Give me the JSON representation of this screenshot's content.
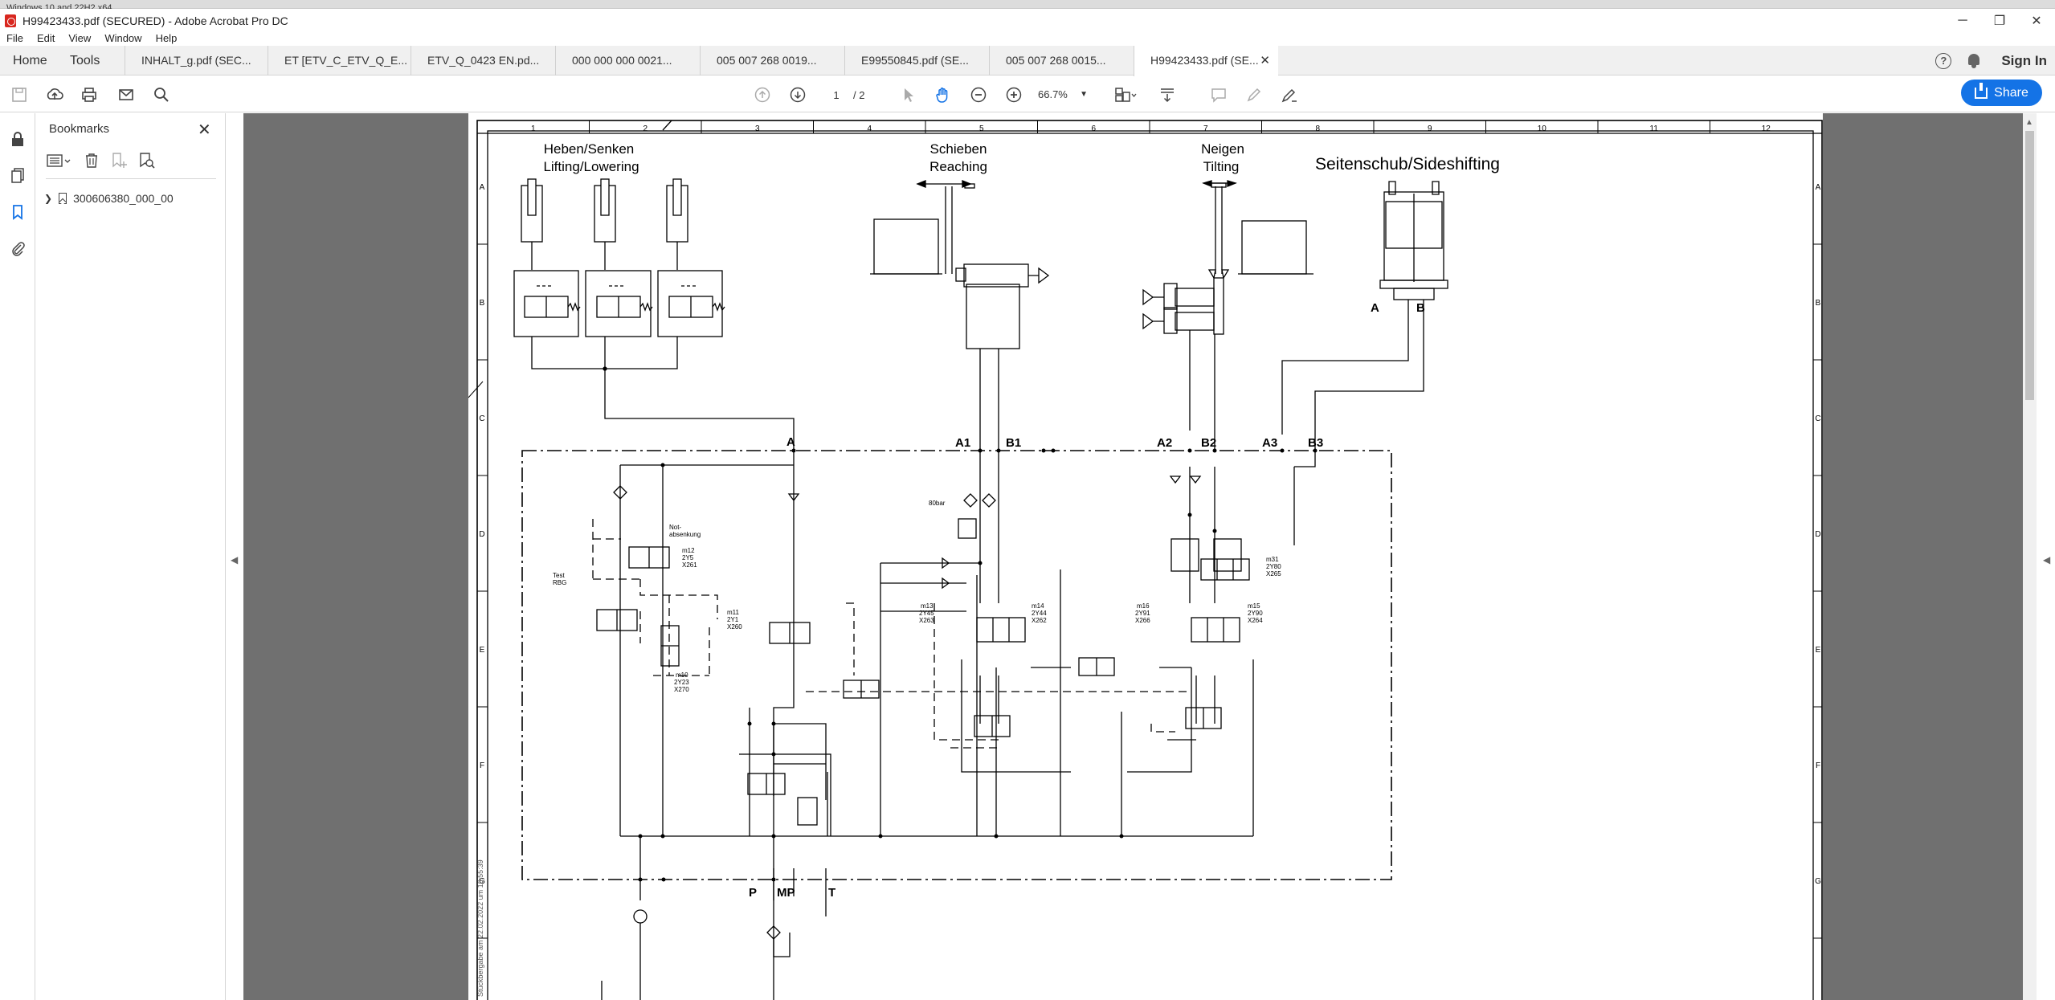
{
  "os": {
    "caption": "Windows 10 and 22H2 x64"
  },
  "window": {
    "title": "H99423433.pdf (SECURED) - Adobe Acrobat Pro DC",
    "minimize": "─",
    "restore": "❐",
    "close": "✕"
  },
  "menu": [
    "File",
    "Edit",
    "View",
    "Window",
    "Help"
  ],
  "tabs": {
    "home": "Home",
    "tools": "Tools",
    "docs": [
      {
        "label": "INHALT_g.pdf (SEC..."
      },
      {
        "label": "ET [ETV_C_ETV_Q_E..."
      },
      {
        "label": "ETV_Q_0423 EN.pd..."
      },
      {
        "label": "000 000 000 0021..."
      },
      {
        "label": "005 007 268 0019..."
      },
      {
        "label": "E99550845.pdf (SE..."
      },
      {
        "label": "005 007 268 0015..."
      },
      {
        "label": "H99423433.pdf (SE...",
        "active": true
      }
    ],
    "close_glyph": "✕",
    "help": "?",
    "sign_in": "Sign In"
  },
  "toolbar": {
    "page_current": "1",
    "page_total": "/ 2",
    "zoom": "66.7%",
    "share": "Share"
  },
  "bookmarks": {
    "title": "Bookmarks",
    "close": "✕",
    "items": [
      {
        "label": "300606380_000_00"
      }
    ]
  },
  "drawing": {
    "col_labels": [
      "1",
      "2",
      "3",
      "4",
      "5",
      "6",
      "7",
      "8",
      "9",
      "10",
      "11",
      "12"
    ],
    "row_labels": [
      "A",
      "B",
      "C",
      "D",
      "E",
      "F",
      "G"
    ],
    "headings": {
      "lift_de": "Heben/Senken",
      "lift_en": "Lifting/Lowering",
      "reach_de": "Schieben",
      "reach_en": "Reaching",
      "tilt_de": "Neigen",
      "tilt_en": "Tilting",
      "side": "Seitenschub/Sideshifting"
    },
    "ports": {
      "A": "A",
      "A1": "A1",
      "B1": "B1",
      "A2": "A2",
      "B2": "B2",
      "A3": "A3",
      "B3": "B3",
      "sideA": "A",
      "sideB": "B",
      "P": "P",
      "MP": "MP",
      "T": "T"
    },
    "small": {
      "notab1": "Not-",
      "notab2": "absenkung",
      "test1": "Test",
      "test2": "RBG",
      "m12": "m12",
      "y5": "2Y5",
      "x261": "X261",
      "m11": "m11",
      "y1": "2Y1",
      "x260": "X260",
      "m10": "m10",
      "y23": "2Y23",
      "x270": "X270",
      "bar": "80bar",
      "m13": "m13",
      "y45": "2Y45",
      "x263": "X263",
      "m14": "m14",
      "y44": "2Y44",
      "x262": "X262",
      "m31": "m31",
      "y80": "2Y80",
      "x265": "X265",
      "m16": "m16",
      "y91": "2Y91",
      "x266": "X266",
      "m15": "m15",
      "y90": "2Y90",
      "x264": "X264",
      "stamp": "Stückbergabe am 22.02.2022 um 16:55:39"
    }
  }
}
